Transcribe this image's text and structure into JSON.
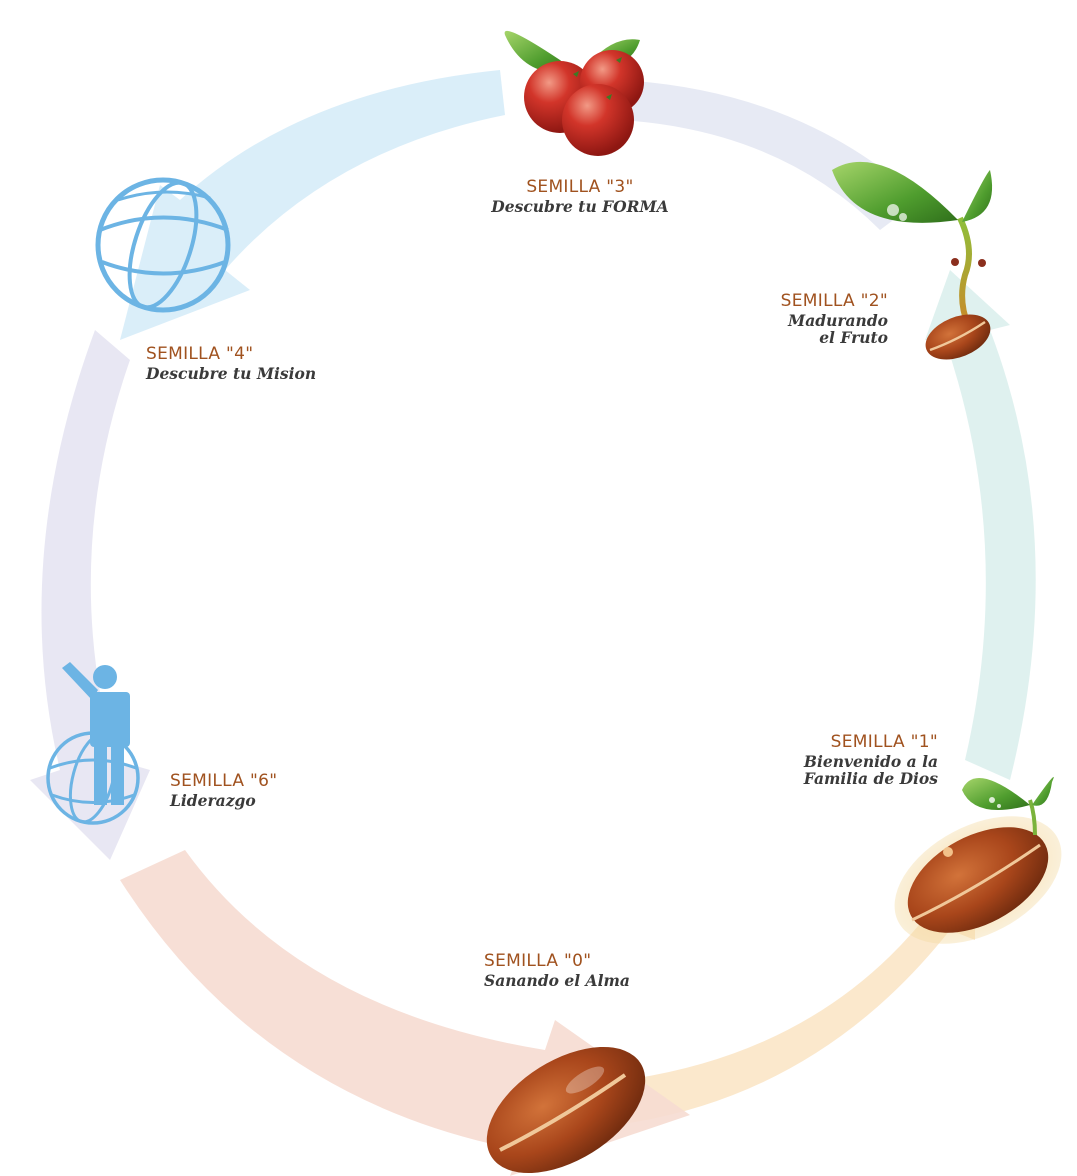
{
  "colors": {
    "title_text": "#a0521f",
    "subtitle_text": "#3a3a3a",
    "arrow_segments": [
      "#fbe6c6",
      "#f6dcd2",
      "#e6e4f2",
      "#d6ecf8",
      "#e4e8f3",
      "#dcefed"
    ],
    "seed_brown": "#a9461b",
    "leaf_green": "#5aa83a",
    "tomato_red": "#c4261f",
    "globe_blue": "#6cb4e4"
  },
  "stages": [
    {
      "id": "s0",
      "title": "SEMILLA \"0\"",
      "subtitle": "Sanando el Alma",
      "icon": "seed-icon"
    },
    {
      "id": "s1",
      "title": "SEMILLA \"1\"",
      "subtitle": "Bienvenido a la",
      "subtitle2": "Familia de Dios",
      "icon": "sprouting-seed-icon"
    },
    {
      "id": "s2",
      "title": "SEMILLA \"2\"",
      "subtitle": "Madurando",
      "subtitle2": "el Fruto",
      "icon": "seedling-icon"
    },
    {
      "id": "s3",
      "title": "SEMILLA \"3\"",
      "subtitle": "Descubre tu FORMA",
      "icon": "tomato-fruit-icon"
    },
    {
      "id": "s4",
      "title": "SEMILLA \"4\"",
      "subtitle": "Descubre tu Mision",
      "icon": "globe-icon"
    },
    {
      "id": "s6",
      "title": "SEMILLA \"6\"",
      "subtitle": "Liderazgo",
      "icon": "leader-globe-icon"
    }
  ]
}
